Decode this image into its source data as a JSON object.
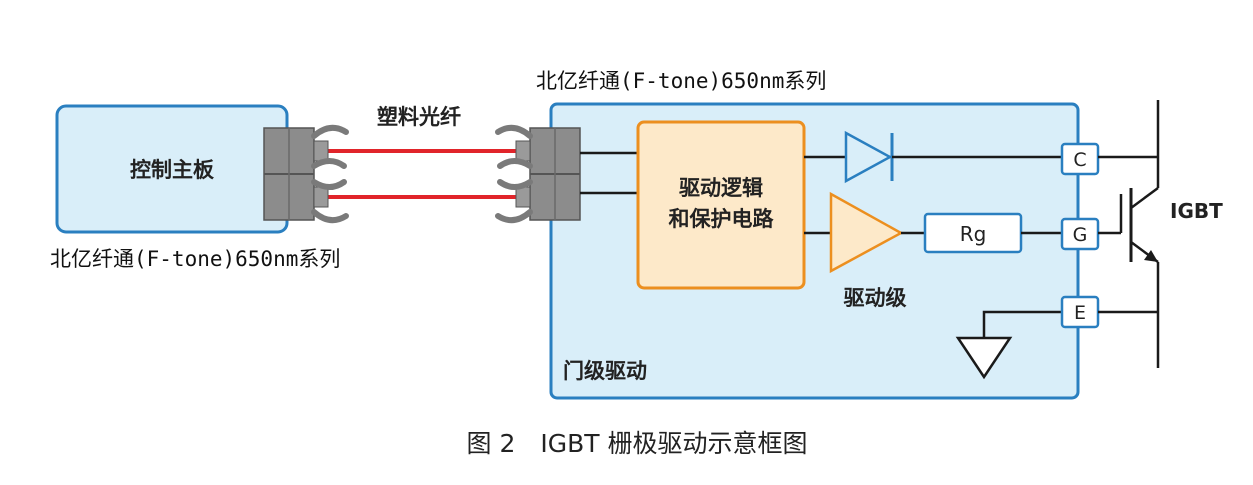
{
  "labels": {
    "control_board": "控制主板",
    "optical_fiber": "塑料光纤",
    "connector_left": "北亿纤通(F-tone)650nm系列",
    "connector_right": "北亿纤通(F-tone)650nm系列",
    "logic_line1": "驱动逻辑",
    "logic_line2": "和保护电路",
    "rg": "Rg",
    "driver_stage": "驱动级",
    "gate_drive": "门级驱动",
    "pin_c": "C",
    "pin_g": "G",
    "pin_e": "E",
    "igbt": "IGBT",
    "caption": "图 2　IGBT 栅极驱动示意框图"
  },
  "colors": {
    "box_fill": "#d9eef9",
    "box_stroke": "#2a7fc0",
    "logic_fill": "#fde9c9",
    "logic_stroke": "#ec8f1f",
    "fiber": "#e1242a",
    "wire": "#1a1a1a",
    "connector": "#8c8c8c",
    "diode": "#2a7fc0",
    "amp": "#ec8f1f"
  }
}
